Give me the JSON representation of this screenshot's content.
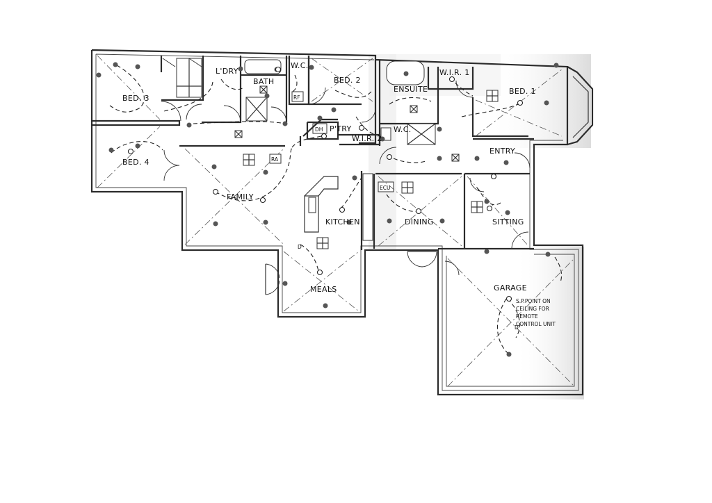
{
  "rooms": {
    "bed3": "BED. 3",
    "bed4": "BED. 4",
    "ldry": "L'DRY",
    "bath": "BATH",
    "wc1": "W.C.",
    "bed2": "BED. 2",
    "ensuite": "ENSUITE",
    "wir1": "W.I.R. 1",
    "bed1": "BED. 1",
    "ptry": "P'TRY",
    "wir2": "W.I.R. 2",
    "wc2": "W.C.",
    "entry": "ENTRY",
    "family": "FAMILY",
    "kitchen": "KITCHEN",
    "dining": "DINING",
    "sitting": "SITTING",
    "meals": "MEALS",
    "garage": "GARAGE"
  },
  "fixtures": {
    "rf": "RF",
    "ra": "RA",
    "dh": "DH",
    "ecu": "ECU",
    "d1": "D",
    "d2": "D"
  },
  "garage_note": {
    "line1": "S.P.POINT ON",
    "line2": "CEILING FOR",
    "line3": "REMOTE",
    "line4": "CONTROL UNIT"
  }
}
